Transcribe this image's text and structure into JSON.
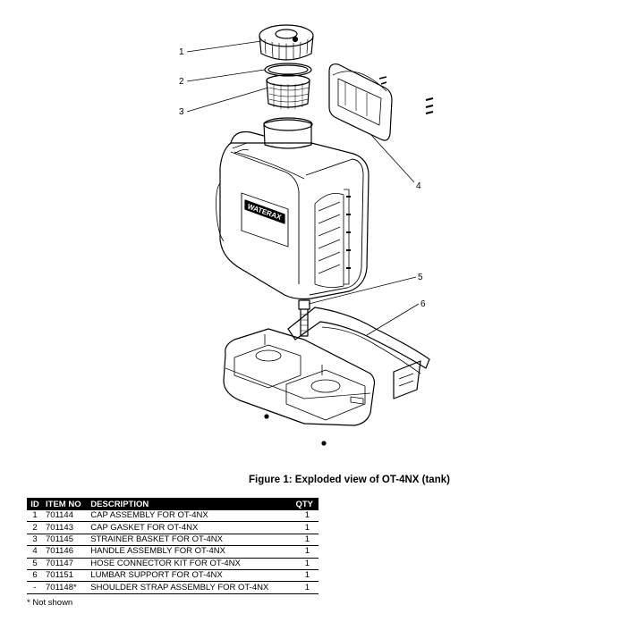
{
  "callouts": [
    "1",
    "2",
    "3",
    "4",
    "5",
    "6"
  ],
  "logo_text": "WATERAX",
  "caption": "Figure 1: Exploded view of OT-4NX (tank)",
  "table": {
    "headers": {
      "id": "ID",
      "item_no": "ITEM NO",
      "description": "DESCRIPTION",
      "qty": "QTY"
    },
    "rows": [
      {
        "id": "1",
        "item_no": "701144",
        "description": "CAP ASSEMBLY FOR OT-4NX",
        "qty": "1"
      },
      {
        "id": "2",
        "item_no": "701143",
        "description": "CAP GASKET FOR OT-4NX",
        "qty": "1"
      },
      {
        "id": "3",
        "item_no": "701145",
        "description": "STRAINER BASKET FOR OT-4NX",
        "qty": "1"
      },
      {
        "id": "4",
        "item_no": "701146",
        "description": "HANDLE ASSEMBLY FOR OT-4NX",
        "qty": "1"
      },
      {
        "id": "5",
        "item_no": "701147",
        "description": "HOSE CONNECTOR KIT FOR OT-4NX",
        "qty": "1"
      },
      {
        "id": "6",
        "item_no": "701151",
        "description": "LUMBAR SUPPORT FOR OT-4NX",
        "qty": "1"
      },
      {
        "id": "-",
        "item_no": "701148*",
        "description": "SHOULDER STRAP ASSEMBLY FOR OT-4NX",
        "qty": "1"
      }
    ]
  },
  "footnote": "* Not shown"
}
